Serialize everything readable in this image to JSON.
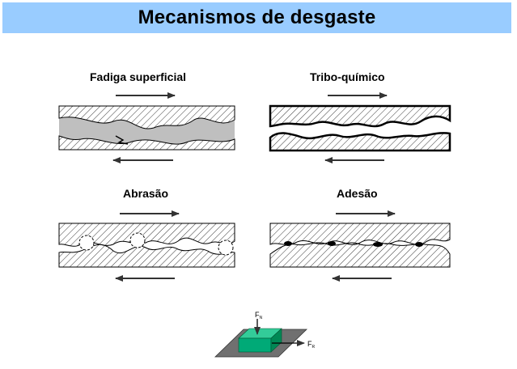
{
  "title": "Mecanismos de desgaste",
  "mechanisms": [
    {
      "id": "fatigue",
      "label": "Fadiga superficial"
    },
    {
      "id": "tribochemical",
      "label": "Tribo-químico"
    },
    {
      "id": "abrasion",
      "label": "Abrasão"
    },
    {
      "id": "adhesion",
      "label": "Adesão"
    }
  ],
  "forces": {
    "normal": "F",
    "normal_sub": "N",
    "friction": "F",
    "friction_sub": "R"
  },
  "colors": {
    "title_bar": "#99ccff",
    "block": "#00aa77",
    "plate": "#707070",
    "fatigue_gap": "#bfbfbf"
  }
}
